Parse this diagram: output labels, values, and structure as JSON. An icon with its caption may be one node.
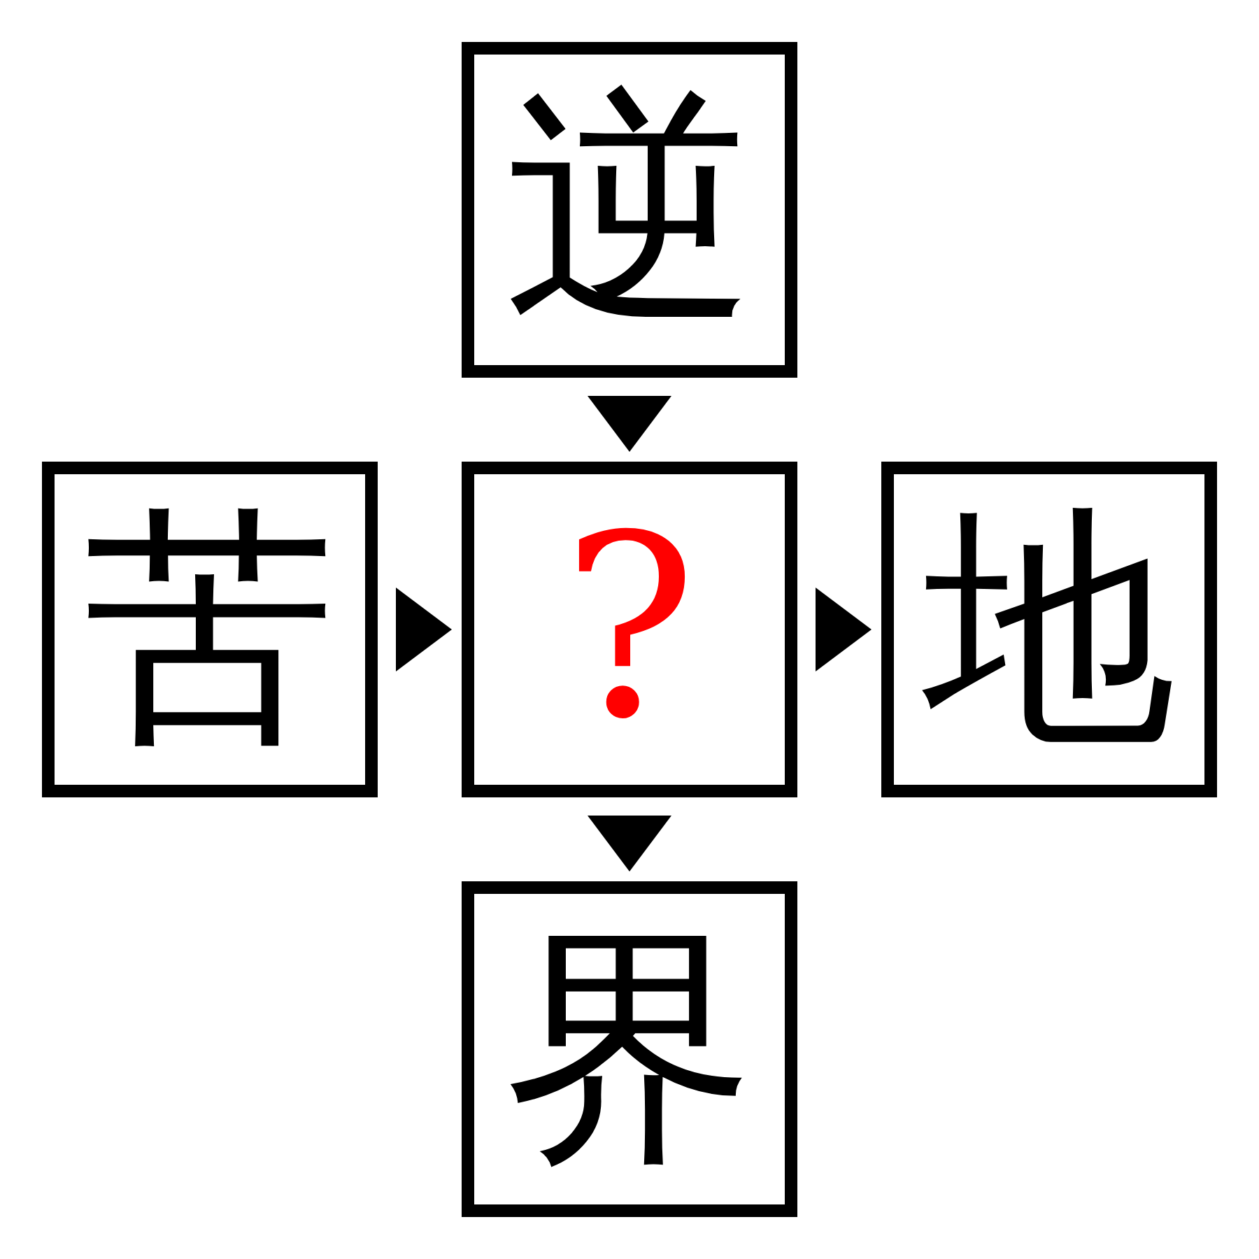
{
  "diagram": {
    "nodes": [
      {
        "text": [
          "逆"
        ]
      },
      {
        "text": [
          "苦"
        ]
      },
      {
        "text": [
          "?"
        ]
      },
      {
        "text": [
          "地"
        ]
      },
      {
        "text": [
          "界"
        ]
      }
    ],
    "edges": [
      {
        "from": 0,
        "to": 2,
        "arrow": "to"
      },
      {
        "from": 1,
        "to": 2,
        "arrow": "to"
      },
      {
        "from": 2,
        "to": 3,
        "arrow": "to"
      },
      {
        "from": 2,
        "to": 4,
        "arrow": "to"
      }
    ]
  }
}
